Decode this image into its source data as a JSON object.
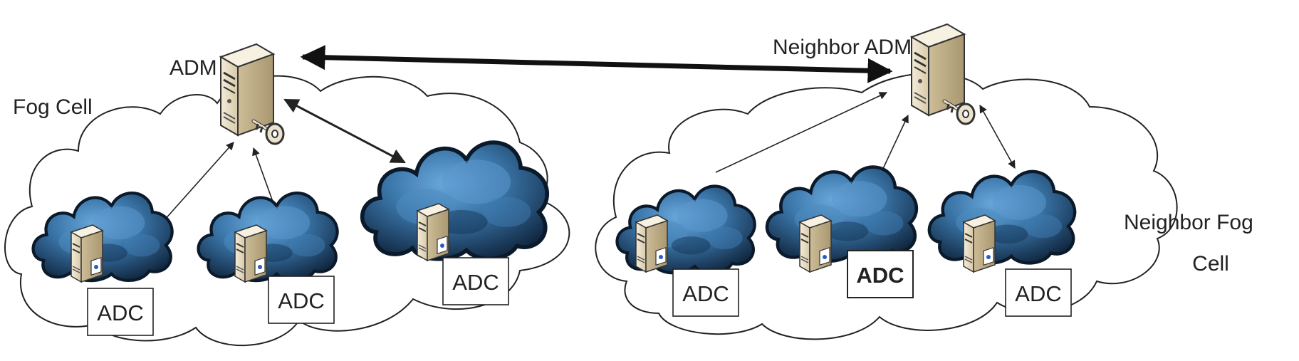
{
  "labels": {
    "fog_cell": "Fog Cell",
    "adm": "ADM",
    "neighbor_adm": "Neighbor ADM",
    "neighbor_fog_cell_line1": "Neighbor Fog",
    "neighbor_fog_cell_line2": "Cell"
  },
  "adc_nodes": [
    {
      "label": "ADC"
    },
    {
      "label": "ADC"
    },
    {
      "label": "ADC"
    },
    {
      "label": "ADC"
    },
    {
      "label": "ADC"
    },
    {
      "label": "ADC"
    }
  ],
  "colors": {
    "cloud_dark": "#1b3a5c",
    "cloud_mid": "#2f6a9a",
    "cloud_light": "#5a9ad0",
    "server_body": "#e9dfc9",
    "line": "#222222"
  },
  "icons": [
    "server-icon",
    "key-icon",
    "storm-cloud-icon",
    "cloud-outline"
  ]
}
